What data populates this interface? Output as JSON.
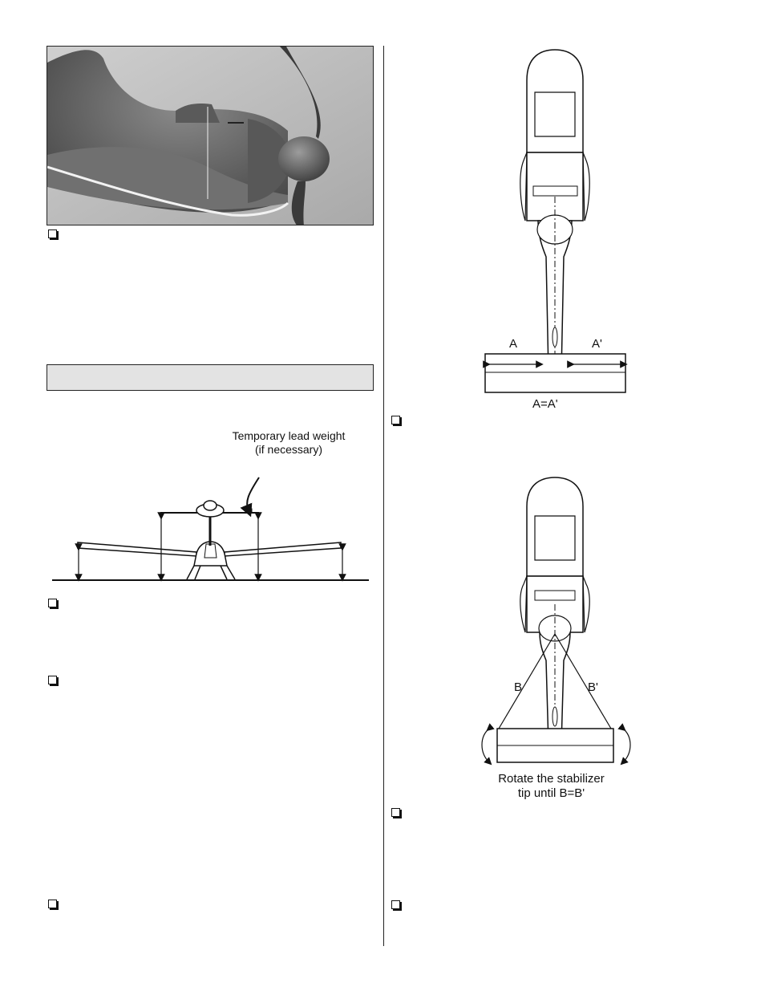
{
  "left_column": {
    "photo": {
      "alt": "",
      "icon": "engine-cowl-photo"
    },
    "section_header": "",
    "wing_diagram": {
      "callout": "Temporary lead weight",
      "callout_sub": "(if necessary)"
    }
  },
  "right_column": {
    "stab_diagram_1": {
      "label_a": "A",
      "label_a_prime": "A'",
      "equation": "A=A'"
    },
    "stab_diagram_2": {
      "label_b": "B",
      "label_b_prime": "B'",
      "caption_line1": "Rotate the stabilizer",
      "caption_line2": "tip until B=B'"
    }
  },
  "checkbox_icon": "checkbox-icon"
}
